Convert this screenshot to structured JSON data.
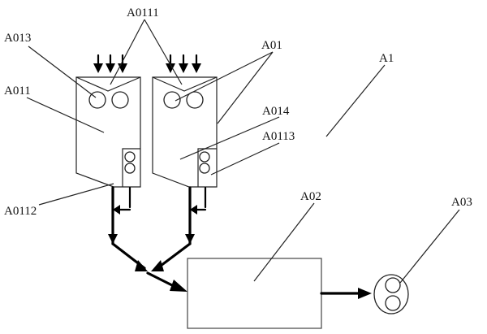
{
  "labels": {
    "a0111": "A0111",
    "a013": "A013",
    "a01": "A01",
    "a1": "A1",
    "a011": "A011",
    "a014": "A014",
    "a0113": "A0113",
    "a0112": "A0112",
    "a02": "A02",
    "a03": "A03"
  },
  "colors": {
    "line": "#000000",
    "leader": "#222222",
    "background": "#ffffff"
  }
}
